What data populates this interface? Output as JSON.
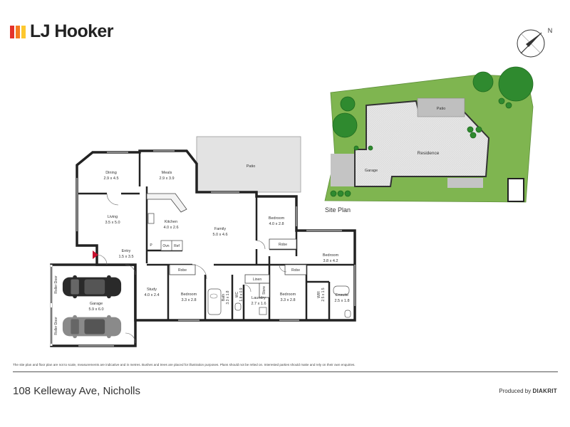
{
  "brand": {
    "name": "LJ Hooker",
    "colors": {
      "red": "#e4322b",
      "orange": "#f47b20",
      "yellow": "#fdc82f",
      "text": "#222222"
    }
  },
  "compass": {
    "north_label": "N"
  },
  "floor_plan": {
    "rooms": {
      "dining": {
        "name": "Dining",
        "dims": "2.9 x 4.5"
      },
      "meals": {
        "name": "Meals",
        "dims": "2.9 x 3.9"
      },
      "patio": {
        "name": "Patio"
      },
      "living": {
        "name": "Living",
        "dims": "3.5 x 5.0"
      },
      "kitchen": {
        "name": "Kitchen",
        "dims": "4.0 x 2.6"
      },
      "family": {
        "name": "Family",
        "dims": "5.0 x 4.6"
      },
      "bedroom_a": {
        "name": "Bedroom",
        "dims": "4.0 x 2.8"
      },
      "bedroom_main": {
        "name": "Bedroom",
        "dims": "3.8 x 4.2"
      },
      "entry": {
        "name": "Entry",
        "dims": "1.5 x 3.5"
      },
      "study": {
        "name": "Study",
        "dims": "4.0 x 2.4"
      },
      "bedroom_b": {
        "name": "Bedroom",
        "dims": "3.3 x 2.8"
      },
      "bath": {
        "name": "Bath",
        "dims": "3.3 x 1.8"
      },
      "wc": {
        "name": "WC",
        "dims": "1.8 x 0.9"
      },
      "laundry": {
        "name": "Laundry",
        "dims": "2.7 x 1.6"
      },
      "bedroom_c": {
        "name": "Bedroom",
        "dims": "3.3 x 2.8"
      },
      "wir": {
        "name": "WIR",
        "dims": "2.5 x 1.5"
      },
      "ensuite": {
        "name": "Ensuite",
        "dims": "2.5 x 1.8"
      },
      "garage": {
        "name": "Garage",
        "dims": "5.9 x 6.0"
      }
    },
    "fixtures": {
      "pantry": "P",
      "oven": "Ovn",
      "fridge": "Ref",
      "robe": "Robe",
      "linen": "Linen",
      "store": "Store",
      "roller_door": "Roller Door"
    }
  },
  "site_plan": {
    "title": "Site Plan",
    "residence": "Residence",
    "garage": "Garage",
    "patio": "Patio",
    "colors": {
      "lawn": "#7fb550",
      "tree": "#2f8a2f",
      "building": "#e6e6e6",
      "paving": "#c4c4c4"
    }
  },
  "disclaimer": "The site plan and floor plan are not to scale, measurements are indicative and in metres. Bushes and trees are placed for illustration purposes. Plans should not be relied on. Interested parties should make and rely on their own enquiries.",
  "address": "108 Kelleway Ave, Nicholls",
  "credit": {
    "prefix": "Produced by",
    "company": "DIAKRIT"
  }
}
